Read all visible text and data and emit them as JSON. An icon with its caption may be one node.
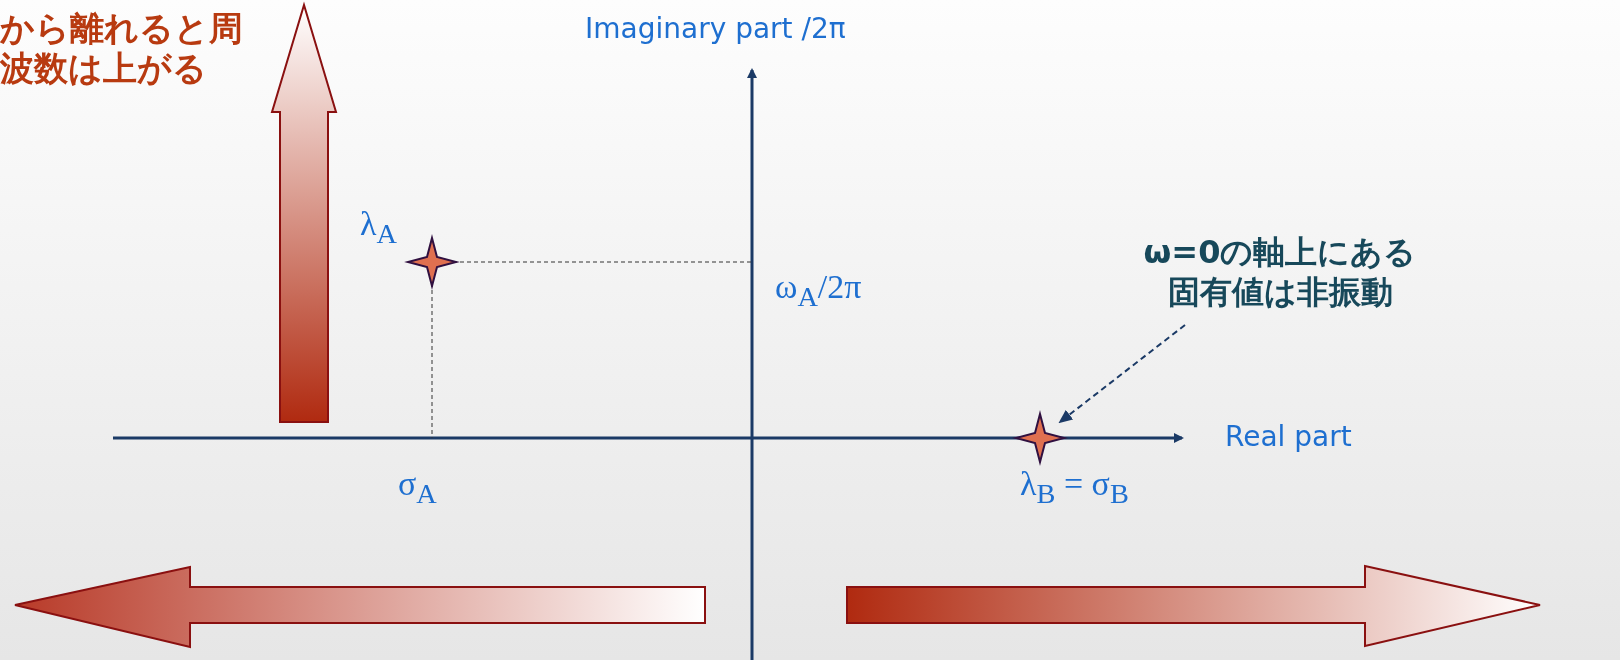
{
  "diagram": {
    "nodes": [
      {
        "text": [
          "ω=0の軸上にある固有値は非振動"
        ]
      },
      {
        "text": [],
        "shape": "star",
        "beside": [
          "λ$_{A}$"
        ]
      },
      {
        "text": [],
        "shape": "star",
        "beside": [
          "λ$_{B}$ = σ$_{B}$"
        ]
      }
    ],
    "edges": [
      {
        "from": 0,
        "to": 2,
        "arrow": "to",
        "style": "dashed"
      }
    ],
    "labels": [
      "から離れると周波数は上がる",
      "Imaginary part /2π",
      "ω$_{A}$/2π",
      "Real part",
      "σ$_{A}$"
    ]
  }
}
